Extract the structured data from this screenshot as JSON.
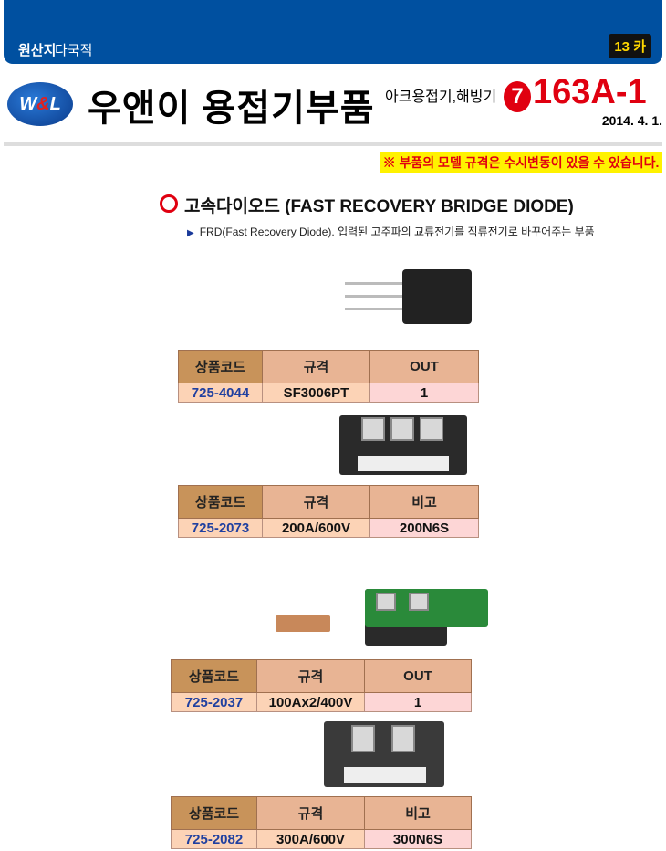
{
  "header": {
    "origin_label": "원산지",
    "origin_value": "다국적",
    "page_badge": "13 카"
  },
  "brand": {
    "logo_text_w": "W",
    "logo_text_amp": "&",
    "logo_text_l": "L",
    "name": "우앤이 용접기부품",
    "category": "아크용접기,해빙기",
    "section_number": "7",
    "catalog_code": "163A-1",
    "date": "2014. 4. 1."
  },
  "notice": "※ 부품의 모델 규격은 수시변동이 있을 수 있습니다.",
  "section": {
    "title": "고속다이오드 (FAST RECOVERY BRIDGE DIODE)",
    "description": "FRD(Fast Recovery Diode). 입력된 고주파의 교류전기를 직류전기로 바꾸어주는 부품"
  },
  "tables": [
    {
      "headers": [
        "상품코드",
        "규격",
        "OUT"
      ],
      "row": [
        "725-4044",
        "SF3006PT",
        "1"
      ]
    },
    {
      "headers": [
        "상품코드",
        "규격",
        "비고"
      ],
      "row": [
        "725-2073",
        "200A/600V",
        "200N6S"
      ]
    },
    {
      "headers": [
        "상품코드",
        "규격",
        "OUT"
      ],
      "row": [
        "725-2037",
        "100Ax2/400V",
        "1"
      ]
    },
    {
      "headers": [
        "상품코드",
        "규격",
        "비고"
      ],
      "row": [
        "725-2082",
        "300A/600V",
        "300N6S"
      ]
    }
  ],
  "colors": {
    "header_blue": "#0050a0",
    "accent_red": "#e00010",
    "notice_yellow": "#fff200"
  }
}
